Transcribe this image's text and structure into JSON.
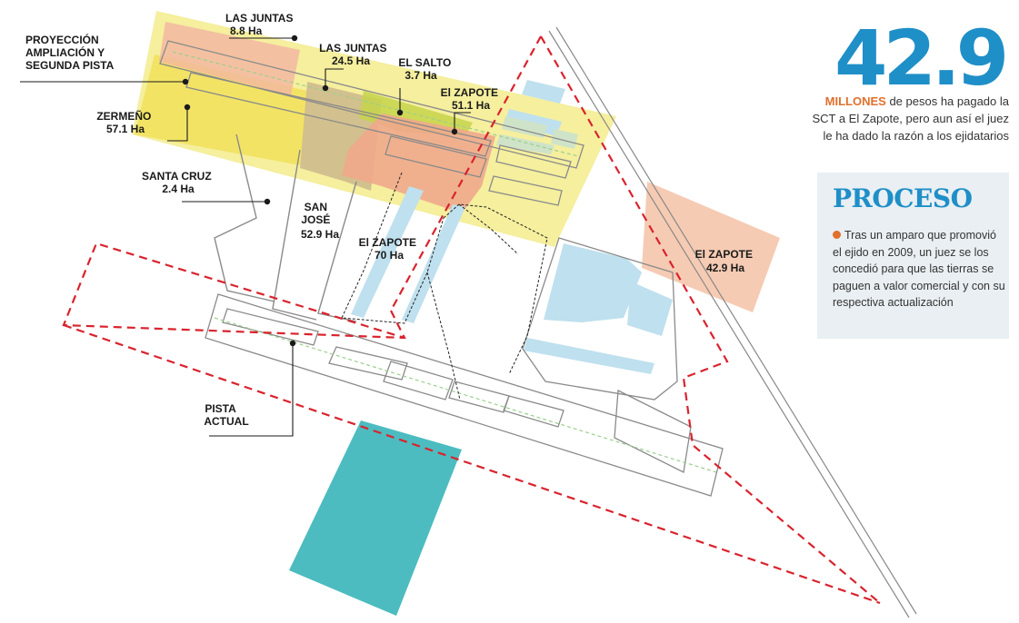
{
  "colors": {
    "ampliacion": "#f5ef9e",
    "zermeno": "#f1e15a",
    "las_juntas_small": "#f2b5a1",
    "las_juntas_big": "#c9b48a",
    "el_salto": "#c6d44a",
    "el_zapote": "#f0a98c",
    "el_zapote_east": "#f6cbb3",
    "lightblue": "#bfe0ee",
    "teal": "#4cbcc0",
    "boundary": "#d9232e",
    "accent_blue": "#1f8fc8",
    "accent_orange": "#e0702c"
  },
  "map": {
    "labels": {
      "las_juntas_small": [
        "LAS JUNTAS",
        "8.8 Ha"
      ],
      "las_juntas_big": [
        "LAS JUNTAS",
        "24.5 Ha"
      ],
      "el_salto": [
        "EL SALTO",
        "3.7 Ha"
      ],
      "el_zapote_north": [
        "El ZAPOTE",
        "51.1 Ha"
      ],
      "proyeccion": [
        "PROYECCIÓN",
        "AMPLIACIÓN Y",
        "SEGUNDA PISTA"
      ],
      "zermeno": [
        "ZERMEÑO",
        "57.1 Ha"
      ],
      "santa_cruz": [
        "SANTA CRUZ",
        "2.4 Ha"
      ],
      "san_jose": [
        "SAN",
        "JOSÉ",
        "52.9 Ha"
      ],
      "el_zapote_center": [
        "El ZAPOTE",
        "70 Ha"
      ],
      "el_zapote_east": [
        "El ZAPOTE",
        "42.9 Ha"
      ],
      "pista_actual": [
        "PISTA",
        "ACTUAL"
      ]
    }
  },
  "stat": {
    "number": "42.9",
    "highlight": "MILLONES",
    "text": " de pesos ha pagado la SCT a El Zapote, pero aun así el juez le ha dado la razón a los ejidatarios"
  },
  "proceso": {
    "title": "PROCESO",
    "body": "Tras un amparo que promovió el ejido en 2009, un juez se los concedió para que las tierras se paguen a valor comercial y con su respectiva actualización"
  }
}
